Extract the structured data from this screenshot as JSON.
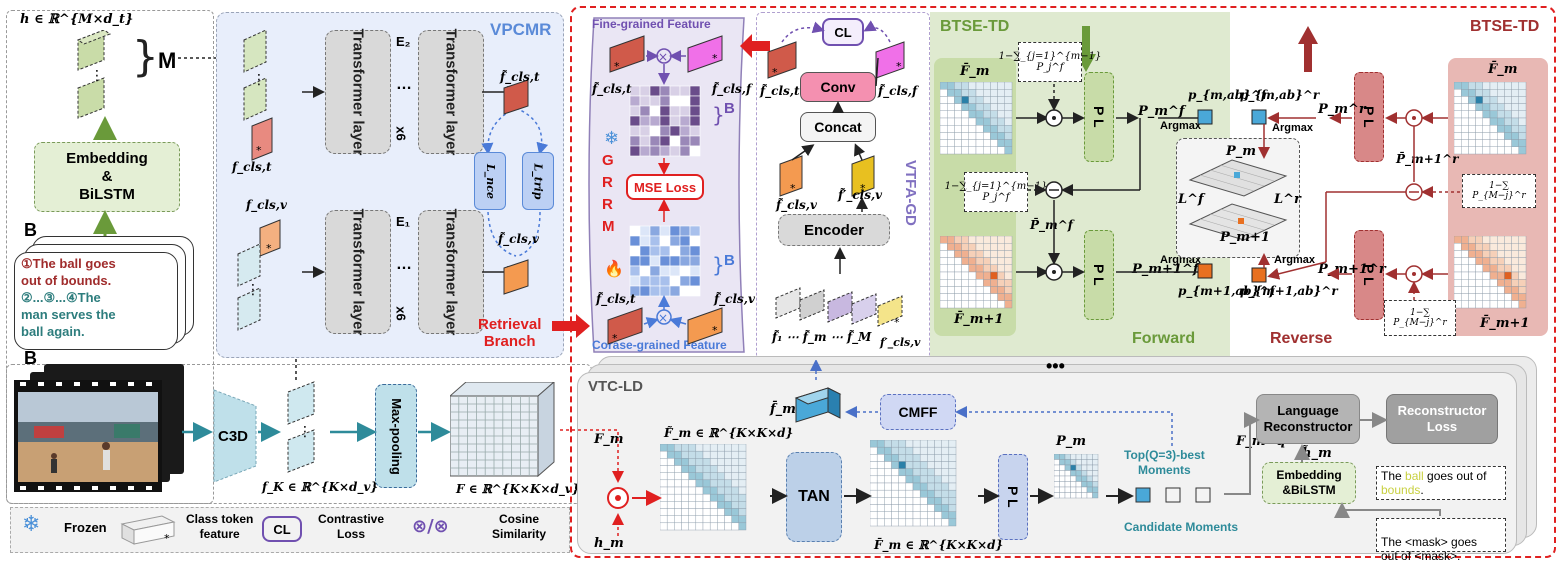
{
  "left": {
    "h_math": "h ∈ ℝ^{M×d_t}",
    "M_label": "M",
    "embedding_label": "Embedding\n&\nBiLSTM",
    "B_label_text": "B",
    "text_lines": [
      {
        "text": "①The ball goes",
        "color": "#a02c2c"
      },
      {
        "text": "out of bounds.",
        "color": "#a02c2c"
      },
      {
        "text": "②...③...④The",
        "color": "#2d7d7d"
      },
      {
        "text": "man serves the",
        "color": "#2d7d7d"
      },
      {
        "text": "ball again.",
        "color": "#2d7d7d"
      }
    ],
    "B_label_video": "B",
    "c3d": "C3D",
    "f_k_math": "f_K ∈ ℝ^{K×d_v}",
    "maxpool": "Max-pooling",
    "F_math": "F ∈ ℝ^{K×K×d_v}"
  },
  "vpcmr": {
    "title": "VPCMR",
    "tf_label": "Transformer layer",
    "dots": "…",
    "E2": "E₂",
    "E1": "E₁",
    "x6": "x6",
    "f_cls_t": "f_cls,t",
    "f_cls_v": "f_cls,v",
    "f_tilde_cls_t": "f̃_cls,t",
    "f_tilde_cls_v": "f̃_cls,v",
    "L_nce": "L_nce",
    "L_trip": "L_trip",
    "retrieval": "Retrieval\nBranch"
  },
  "grrm": {
    "fine": "Fine-grained Feature",
    "coarse": "Corase-grained Feature",
    "side": [
      "G",
      "R",
      "R",
      "M"
    ],
    "mse": "MSE Loss",
    "B": "B",
    "f_cls_t": "f̃_cls,t",
    "f_cls_f": "f̃_cls,f",
    "f_cls_v": "f̃_cls,v",
    "f_cls_t2": "f̃_cls,t"
  },
  "vtfa": {
    "side": "VTFA-GD",
    "cl": "CL",
    "conv": "Conv",
    "concat": "Concat",
    "encoder": "Encoder",
    "f_cls_v": "f̃_cls,v",
    "f_cls_v_prime": "f̃′_cls,v",
    "f_cls_f": "f̃_cls,f",
    "f_cls_t": "f̃_cls,t",
    "seq": "f̃₁ ⋯ f̃_m ⋯ f̃_M",
    "seq_last": "f′_cls,v"
  },
  "btse_forward": {
    "title": "BTSE-TD",
    "F_m": "F̄_m",
    "F_m1": "F̄_m+1",
    "sum_top": "1−∑_{j=1}^{m−1} P_j^f",
    "sum_mid": "1−∑_{j=1}^{m−1} P_j^f",
    "P_m_bar": "P̄_m^f",
    "PL": "P L",
    "P_m_f": "P_m^f",
    "P_m1_f": "P_m+1^f",
    "argmax": "Argmax",
    "p_mab": "p_{m,ab}^f",
    "p_m1ab": "p_{m+1,ab}^f",
    "footer": "Forward"
  },
  "center": {
    "Pm": "P_m",
    "Pm1": "P_m+1",
    "Lf": "L^f",
    "Lr": "L^r"
  },
  "btse_reverse": {
    "title": "BTSE-TD",
    "F_m": "F̄_m",
    "F_m1": "F̄_m+1",
    "P_m_r": "P_m^r",
    "P_m1_r": "P_m+1^r",
    "P_bar": "P̄_m+1^r",
    "sum_top": "1−∑ P_{M−j}^r",
    "sum_bot": "1−∑ P_{M−j}^r",
    "PL": "P L",
    "argmax": "Argmax",
    "p_mab": "p_{m,ab}^r",
    "p_m1ab": "p_{m+1,ab}^r",
    "footer": "Reverse"
  },
  "vtcld": {
    "title": "VTC-LD",
    "ellipsis": "•••",
    "f_m_bar": "f̄_m",
    "cmff": "CMFF",
    "F_m": "F_m",
    "h_m": "h_m",
    "F_tilde": "F̃_m ∈ ℝ^{K×K×d}",
    "tan": "TAN",
    "F_bar": "F̄_m ∈ ℝ^{K×K×d}",
    "PL": "P L",
    "P_m": "P_m",
    "topq": "Top(Q=3)-best\nMoments",
    "candidates": "Candidate Moments",
    "F_q": "F_m^q",
    "lang_rec": "Language\nReconstructor",
    "rec_loss": "Reconstructor\nLoss",
    "h_tilde": "h̃_m",
    "emb": "Embedding\n&BiLSTM",
    "out_text_pre": "The ",
    "out_word_ball": "ball",
    "out_text_mid": " goes out of",
    "out_word_bounds": "bounds",
    "out_text_end": ".",
    "mask_text": "The <mask> goes\nout of <mask>."
  },
  "legend": {
    "frozen": "Frozen",
    "class_token": "Class token\nfeature",
    "cl": "CL",
    "contrastive": "Contrastive\nLoss",
    "cosine_sym": "⊗/⊗",
    "cosine": "Cosine\nSimilarity"
  },
  "colors": {
    "teal": "#2e8b9a",
    "red": "#e02020",
    "green": "#6a9a3a",
    "darkred": "#a03030",
    "blue": "#4a7ad8",
    "purple": "#7050b0"
  }
}
